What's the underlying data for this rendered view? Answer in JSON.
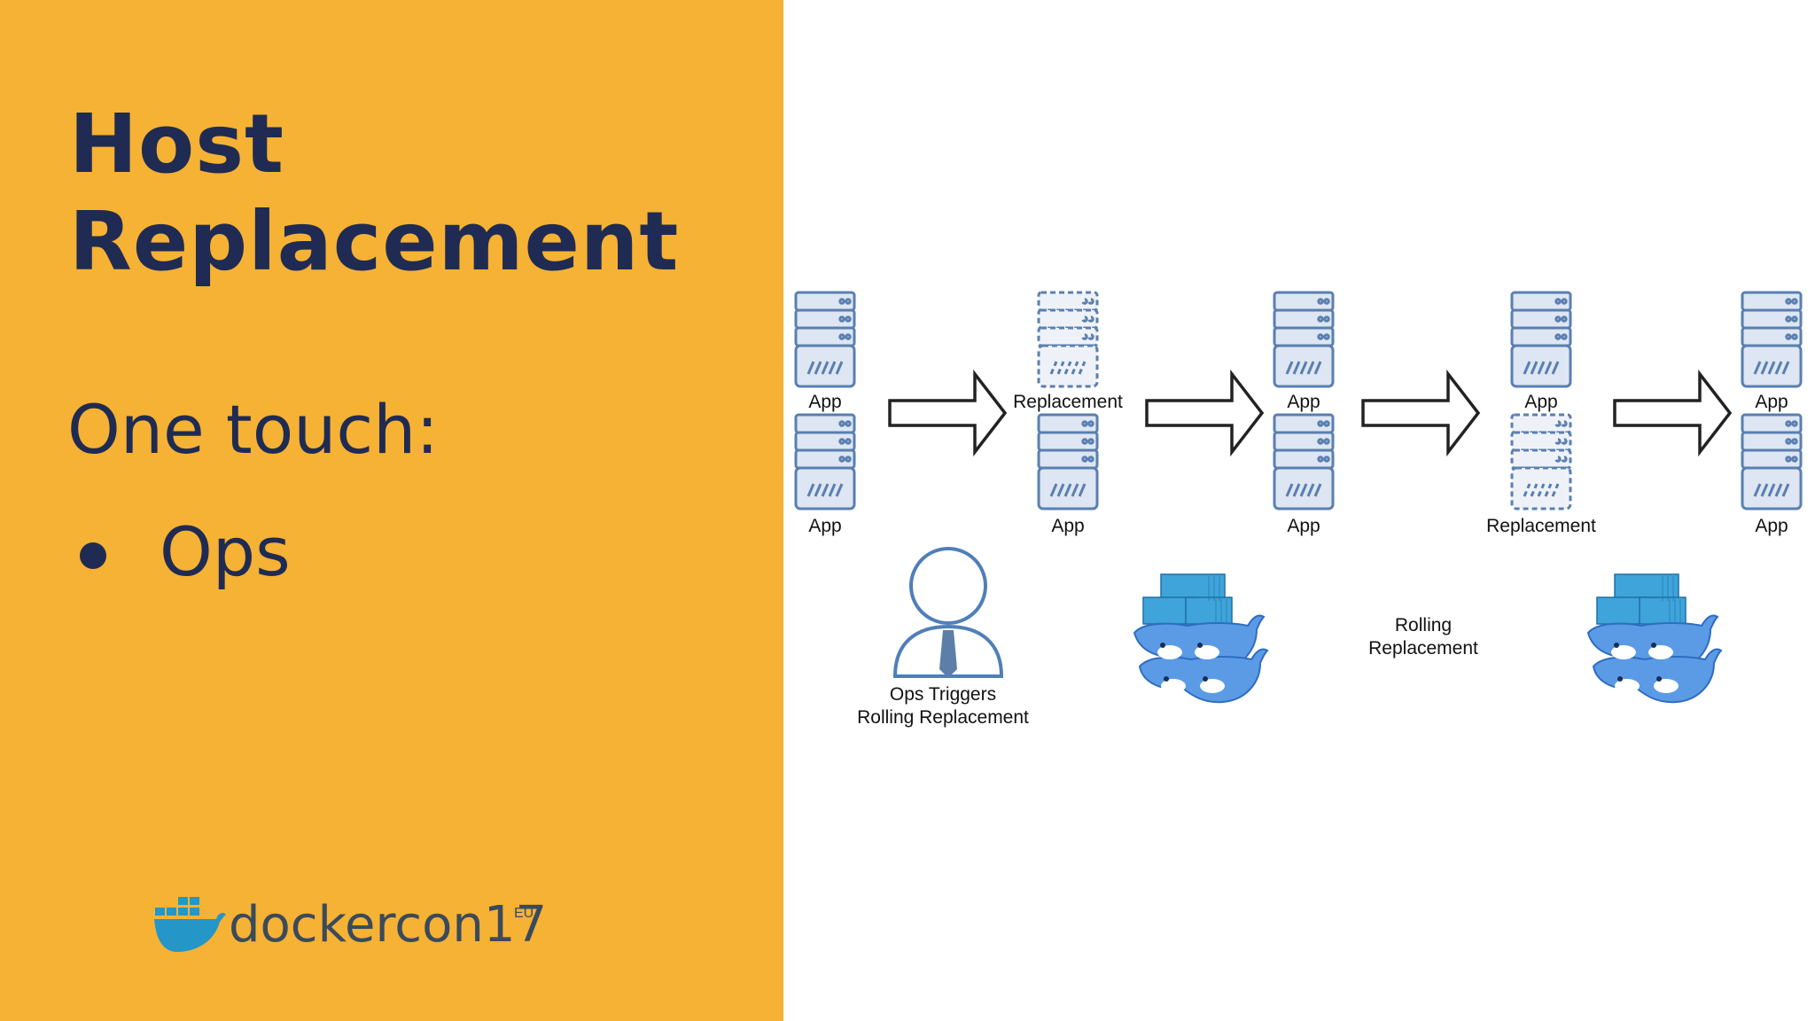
{
  "slide": {
    "title_lines": [
      "Host",
      "Replacement"
    ],
    "subtitle": "One touch:",
    "bullets": [
      "Ops"
    ],
    "logo": {
      "name": "dockercon",
      "number": "17",
      "region": "EU"
    }
  },
  "diagram": {
    "stages": [
      {
        "top": {
          "label": "App",
          "style": "solid"
        },
        "bottom": {
          "label": "App",
          "style": "solid"
        }
      },
      {
        "top": {
          "label": "Replacement",
          "style": "dashed"
        },
        "bottom": {
          "label": "App",
          "style": "solid"
        }
      },
      {
        "top": {
          "label": "App",
          "style": "solid"
        },
        "bottom": {
          "label": "App",
          "style": "solid"
        }
      },
      {
        "top": {
          "label": "App",
          "style": "solid"
        },
        "bottom": {
          "label": "Replacement",
          "style": "dashed"
        }
      },
      {
        "top": {
          "label": "App",
          "style": "solid"
        },
        "bottom": {
          "label": "App",
          "style": "solid"
        }
      }
    ],
    "ops_label": [
      "Ops Triggers",
      "Rolling Replacement"
    ],
    "rolling_label": [
      "Rolling",
      "Replacement"
    ],
    "colors": {
      "server_fill": "#dde6f2",
      "server_stroke": "#5a7fb0",
      "arrow_stroke": "#222222",
      "whale": "#4f8fe0",
      "container": "#3ea4d9",
      "person_stroke": "#4f7fb8"
    }
  }
}
